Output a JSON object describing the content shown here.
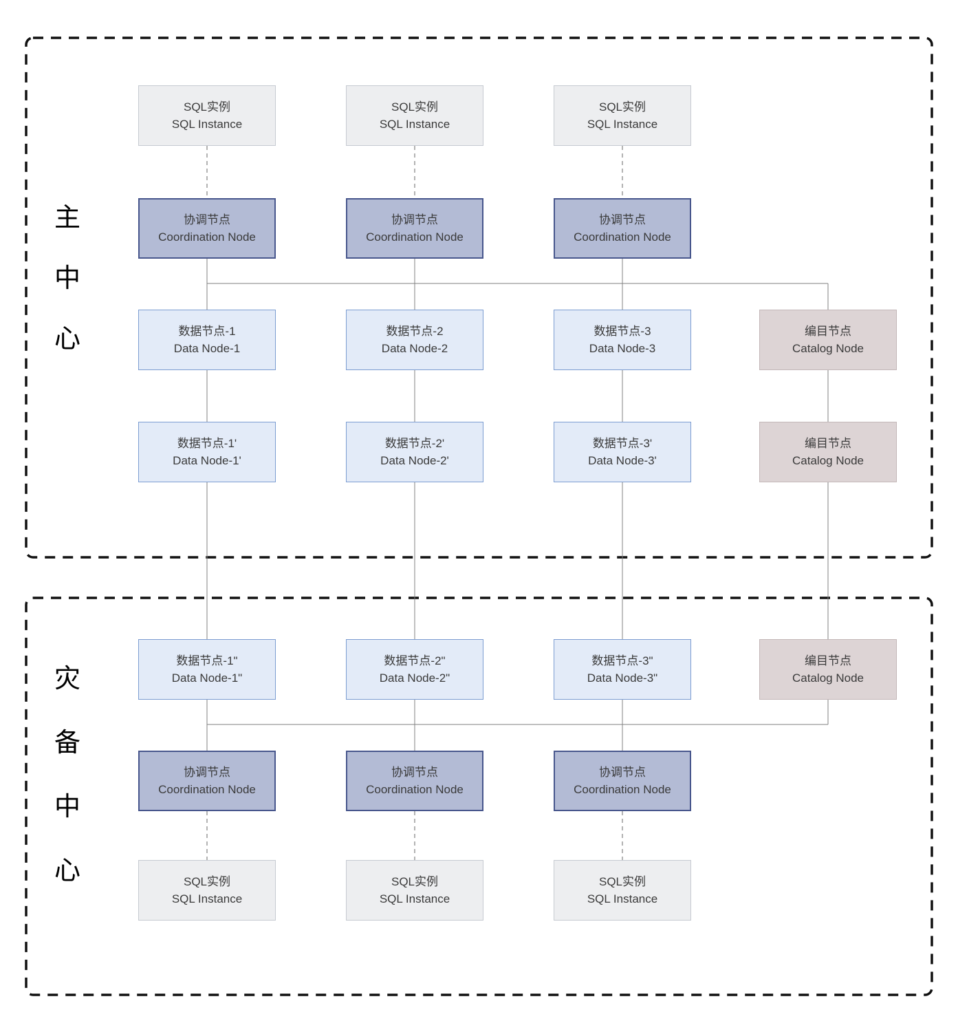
{
  "colors": {
    "background": "#ffffff",
    "sql_fill": "#edeef0",
    "sql_border": "#c6cad1",
    "coordination_fill": "#b3bbd5",
    "coordination_border": "#47568c",
    "data_fill": "#e3ebf8",
    "data_border": "#7b9cd1",
    "catalog_fill": "#ddd4d5",
    "catalog_border": "#c3b7b8",
    "connector": "#808080",
    "region_border": "#111111",
    "text": "#3a3a3a"
  },
  "primary_center": {
    "label": "主中心",
    "label_chars": [
      "主",
      "中",
      "心"
    ],
    "sql_instances": [
      {
        "zh": "SQL实例",
        "en": "SQL Instance"
      },
      {
        "zh": "SQL实例",
        "en": "SQL Instance"
      },
      {
        "zh": "SQL实例",
        "en": "SQL Instance"
      }
    ],
    "coordination_nodes": [
      {
        "zh": "协调节点",
        "en": "Coordination Node"
      },
      {
        "zh": "协调节点",
        "en": "Coordination Node"
      },
      {
        "zh": "协调节点",
        "en": "Coordination Node"
      }
    ],
    "data_nodes_primary": [
      {
        "zh": "数据节点-1",
        "en": "Data Node-1"
      },
      {
        "zh": "数据节点-2",
        "en": "Data Node-2"
      },
      {
        "zh": "数据节点-3",
        "en": "Data Node-3"
      }
    ],
    "catalog_node_primary": {
      "zh": "编目节点",
      "en": "Catalog Node"
    },
    "data_nodes_standby": [
      {
        "zh": "数据节点-1'",
        "en": "Data Node-1'"
      },
      {
        "zh": "数据节点-2'",
        "en": "Data Node-2'"
      },
      {
        "zh": "数据节点-3'",
        "en": "Data Node-3'"
      }
    ],
    "catalog_node_standby": {
      "zh": "编目节点",
      "en": "Catalog Node"
    }
  },
  "disaster_recovery_center": {
    "label": "灾备中心",
    "label_chars": [
      "灾",
      "备",
      "中",
      "心"
    ],
    "data_nodes": [
      {
        "zh": "数据节点-1\"",
        "en": "Data Node-1\""
      },
      {
        "zh": "数据节点-2\"",
        "en": "Data Node-2\""
      },
      {
        "zh": "数据节点-3\"",
        "en": "Data Node-3\""
      }
    ],
    "catalog_node": {
      "zh": "编目节点",
      "en": "Catalog Node"
    },
    "coordination_nodes": [
      {
        "zh": "协调节点",
        "en": "Coordination Node"
      },
      {
        "zh": "协调节点",
        "en": "Coordination Node"
      },
      {
        "zh": "协调节点",
        "en": "Coordination Node"
      }
    ],
    "sql_instances": [
      {
        "zh": "SQL实例",
        "en": "SQL Instance"
      },
      {
        "zh": "SQL实例",
        "en": "SQL Instance"
      },
      {
        "zh": "SQL实例",
        "en": "SQL Instance"
      }
    ]
  }
}
